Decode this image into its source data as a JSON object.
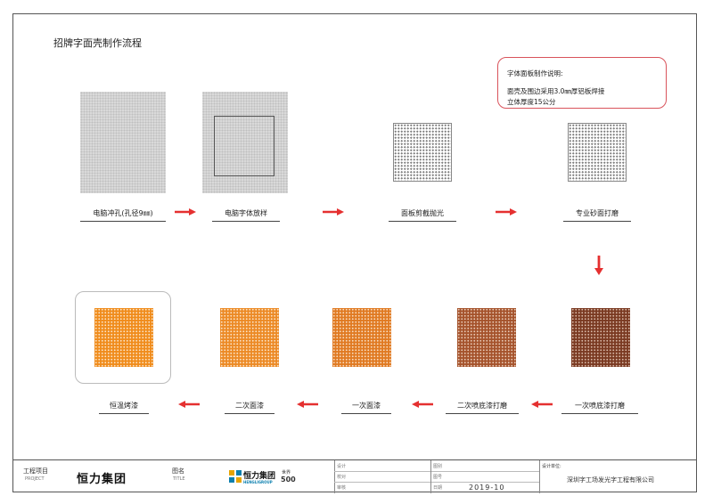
{
  "title": "招牌字面壳制作流程",
  "note": {
    "heading": "字体面板制作说明:",
    "line1": "面壳及围边采用3.0㎜厚铝板焊接",
    "line2": "立体厚度15公分"
  },
  "steps": [
    {
      "label": "电脑冲孔(孔径9㎜)"
    },
    {
      "label": "电脑字体放样"
    },
    {
      "label": "面板剪截抛光"
    },
    {
      "label": "专业砂面打磨"
    },
    {
      "label": "一次喷底漆打磨",
      "color": "#7a3a22"
    },
    {
      "label": "二次喷底漆打磨",
      "color": "#a5532c"
    },
    {
      "label": "一次面漆",
      "color": "#e07a22"
    },
    {
      "label": "二次面漆",
      "color": "#ec8a26"
    },
    {
      "label": "恒温烤漆",
      "color": "#f08c1c"
    }
  ],
  "arrow_color": "#e53030",
  "title_block": {
    "project_label": "工程项目",
    "project_label_en": "PROJECT",
    "client_name": "恒力集团",
    "drawing_label": "图名",
    "drawing_label_en": "TITLE",
    "logo_text": "恒力集团",
    "logo_sub": "HENGLIGROUP",
    "logo_badge_top": "世界",
    "logo_badge": "500",
    "design": "设计",
    "check": "校对",
    "review": "审核",
    "drawing_no": "图别",
    "sheet_no": "图号",
    "date_label": "日期",
    "date": "2019-10",
    "designer_label": "设计单位:",
    "company": "深圳字工场发光字工程有限公司"
  }
}
